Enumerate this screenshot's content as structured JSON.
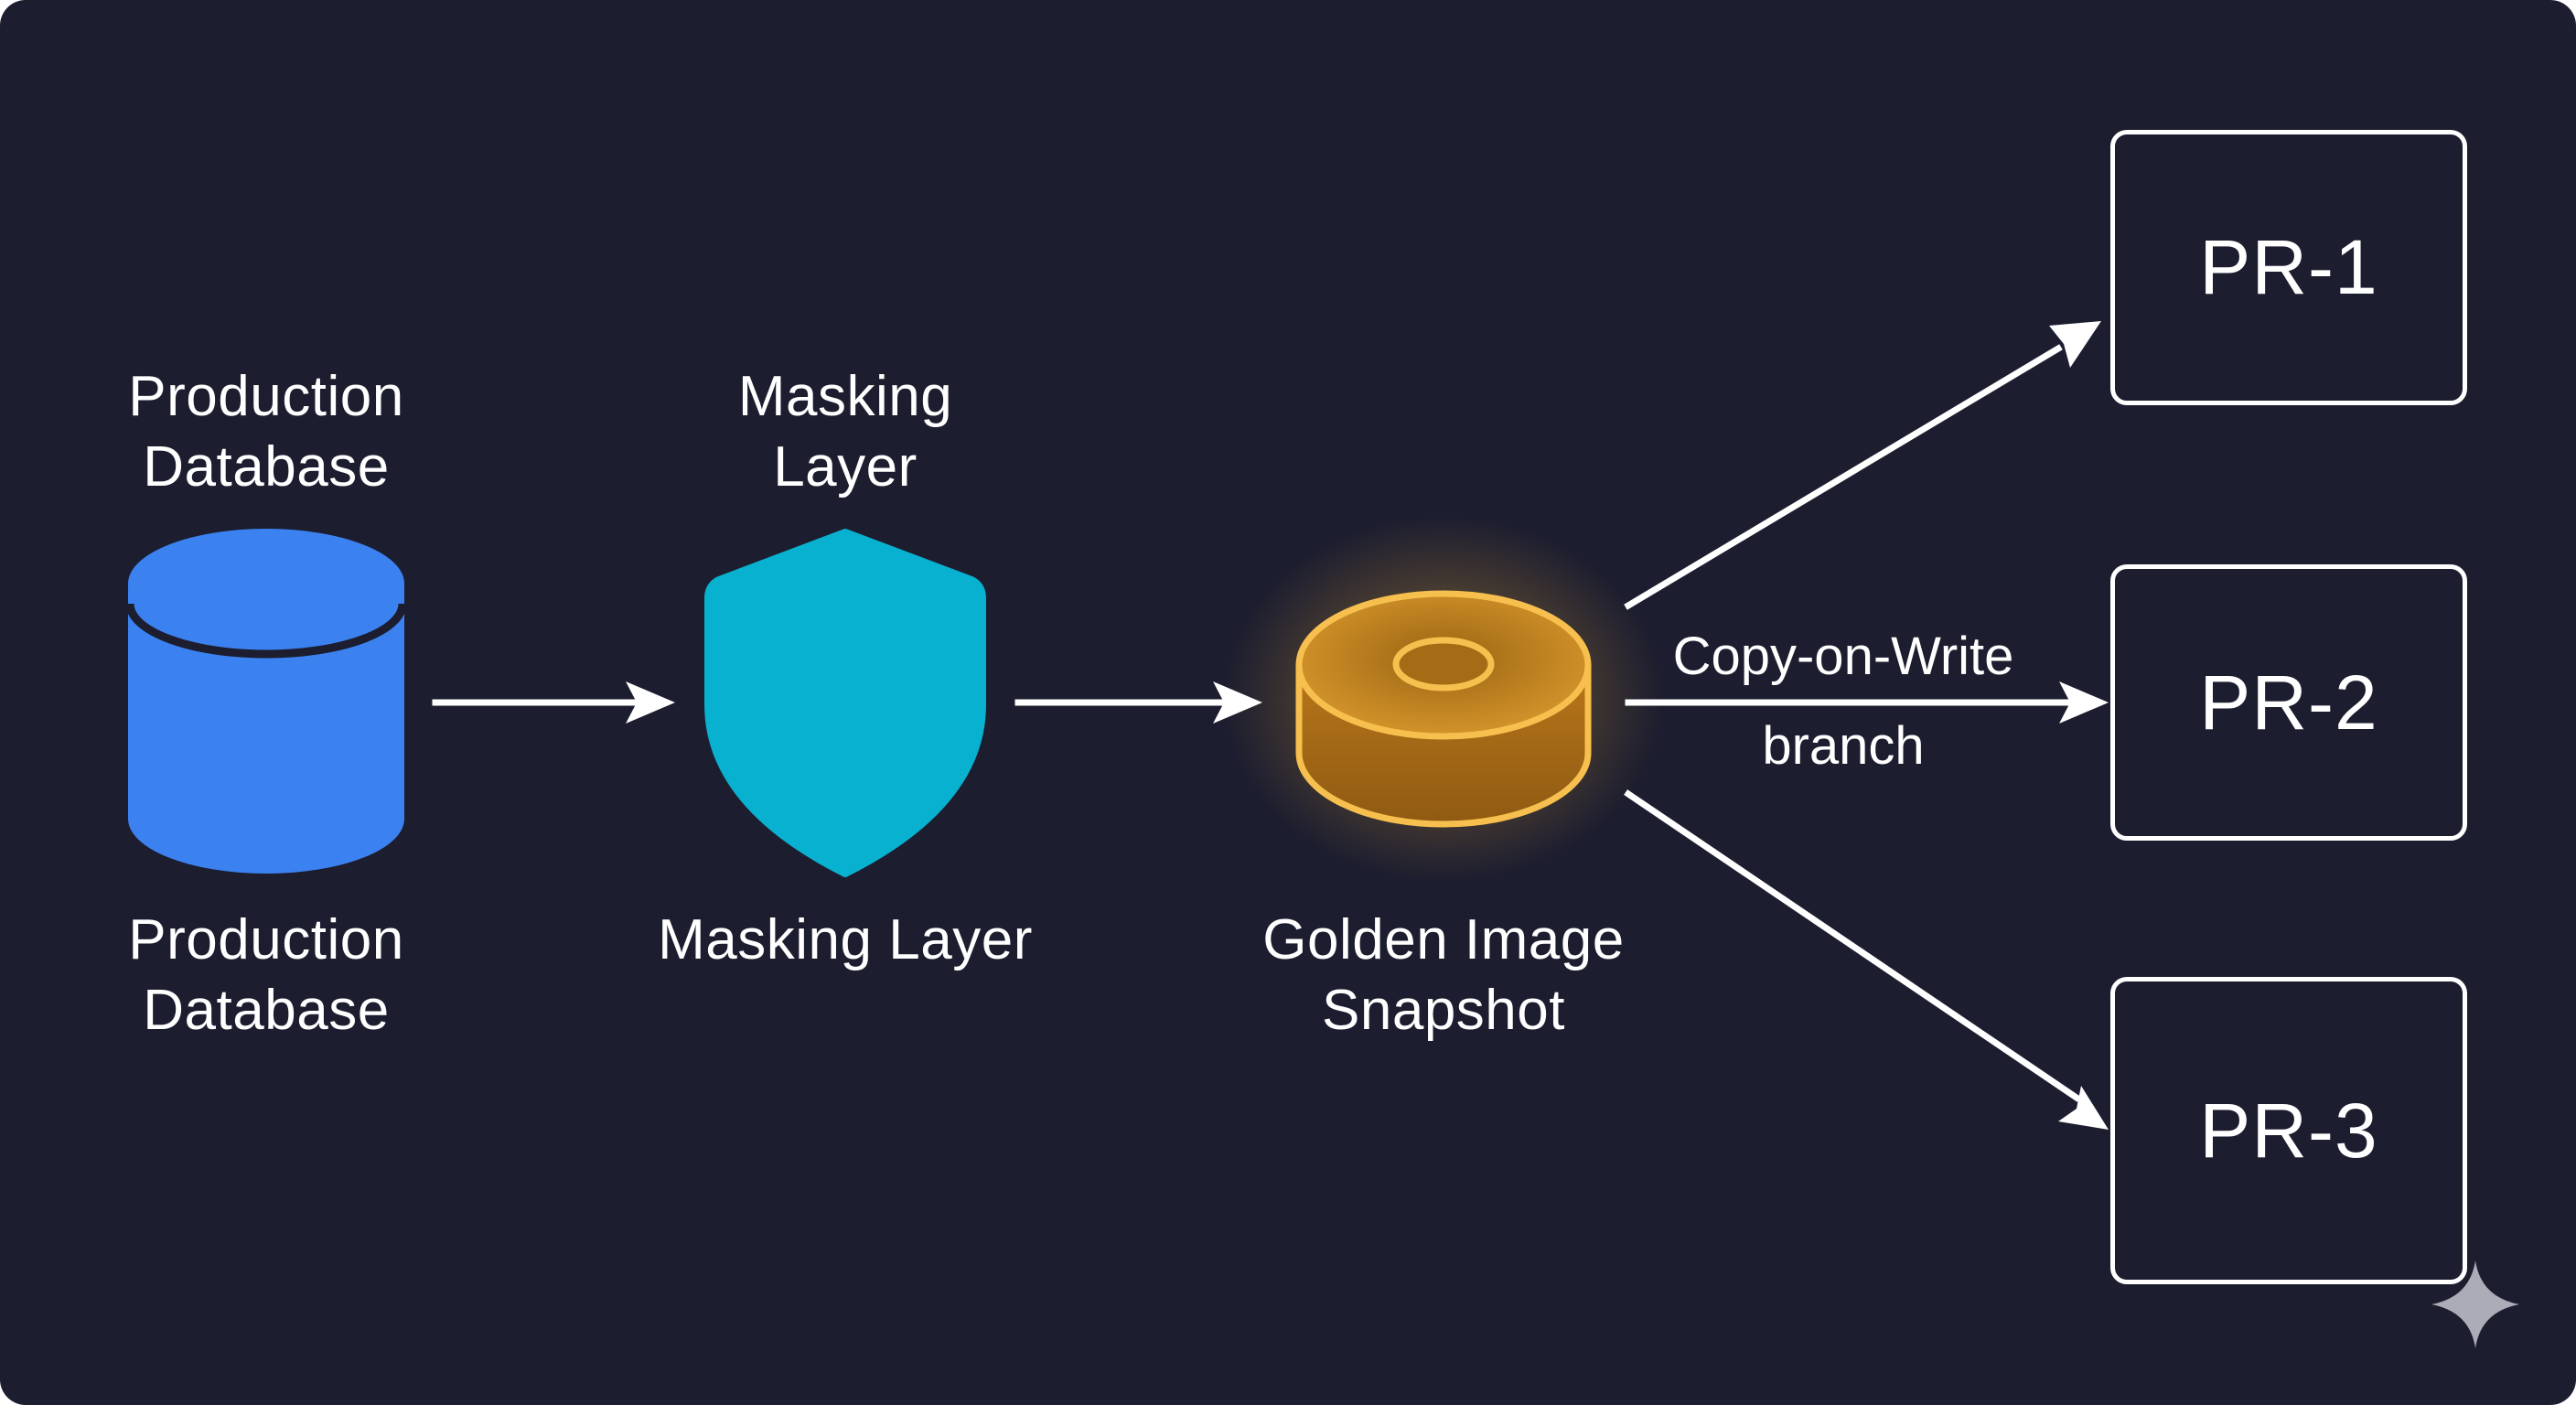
{
  "nodes": {
    "production": {
      "top_label": "Production\nDatabase",
      "bottom_label": "Production\nDatabase",
      "icon": "database-icon",
      "color": "#3b82f0"
    },
    "masking": {
      "top_label": "Masking\nLayer",
      "bottom_label": "Masking Layer",
      "icon": "shield-icon",
      "color": "#08b1cf"
    },
    "golden": {
      "bottom_label": "Golden Image\nSnapshot",
      "icon": "disk-snapshot-icon",
      "color": "#f6b93d"
    }
  },
  "edge_label": {
    "line1": "Copy-on-Write",
    "line2": "branch"
  },
  "targets": [
    {
      "label": "PR-1"
    },
    {
      "label": "PR-2"
    },
    {
      "label": "PR-3"
    }
  ],
  "watermark": "sparkle-icon",
  "colors": {
    "background": "#1c1d2f",
    "foreground": "#ffffff"
  }
}
